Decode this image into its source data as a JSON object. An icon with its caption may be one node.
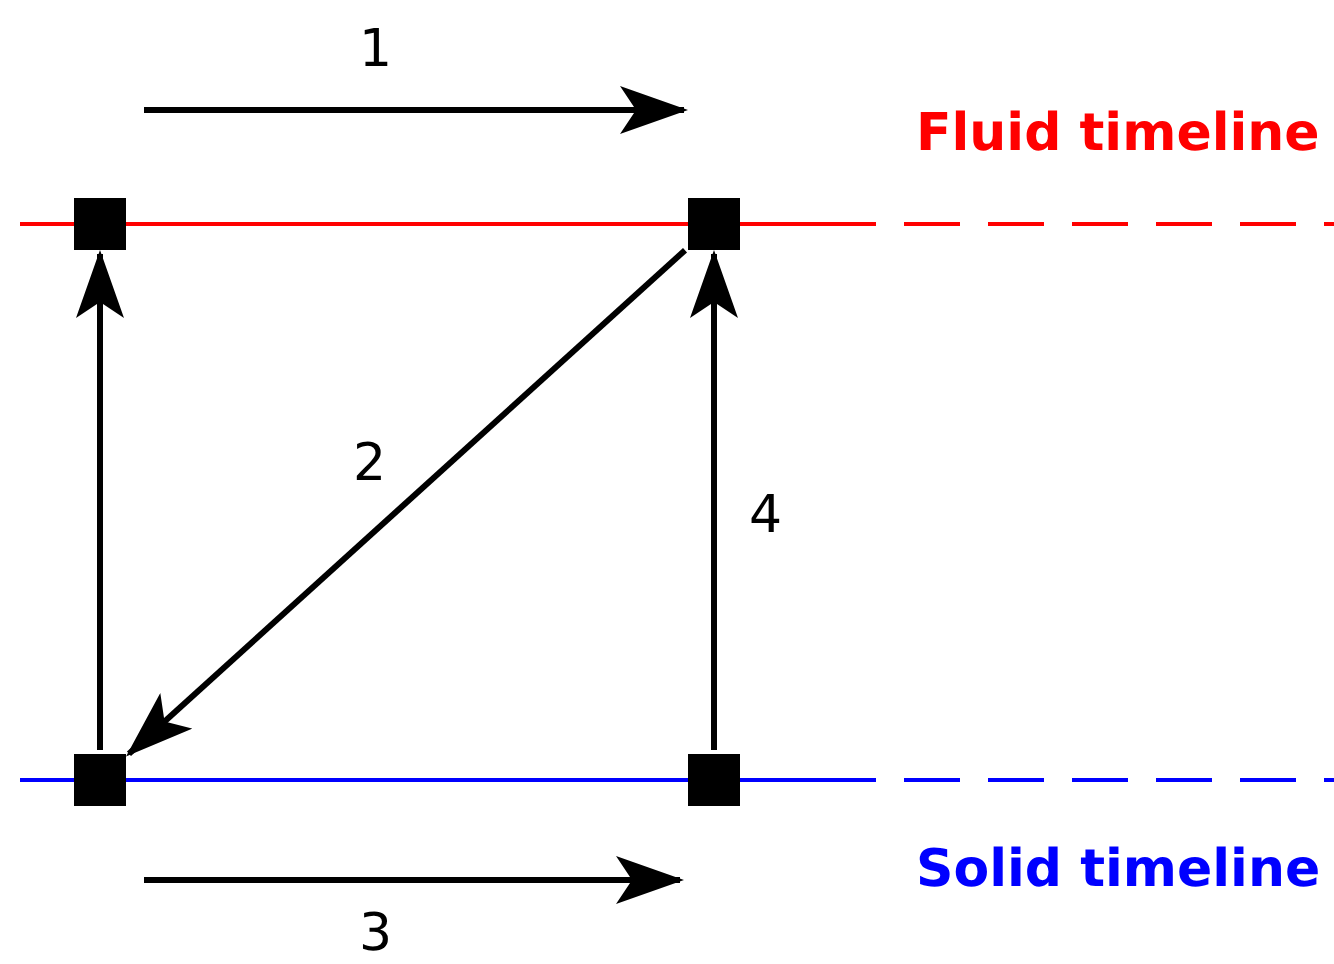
{
  "diagram": {
    "nodes": [
      {
        "text": [],
        "shape": "box"
      },
      {
        "text": [],
        "shape": "box"
      },
      {
        "text": [],
        "shape": "box"
      },
      {
        "text": [],
        "shape": "box"
      }
    ],
    "edges": [
      {
        "from": 2,
        "to": 0,
        "arrow": "to"
      },
      {
        "from": 1,
        "to": 2,
        "arrow": "to",
        "label": "2"
      },
      {
        "from": 3,
        "to": 1,
        "arrow": "to",
        "label": "4"
      }
    ],
    "labels": [
      "1",
      "Fluid timeline",
      "Solid timeline",
      "3"
    ]
  }
}
